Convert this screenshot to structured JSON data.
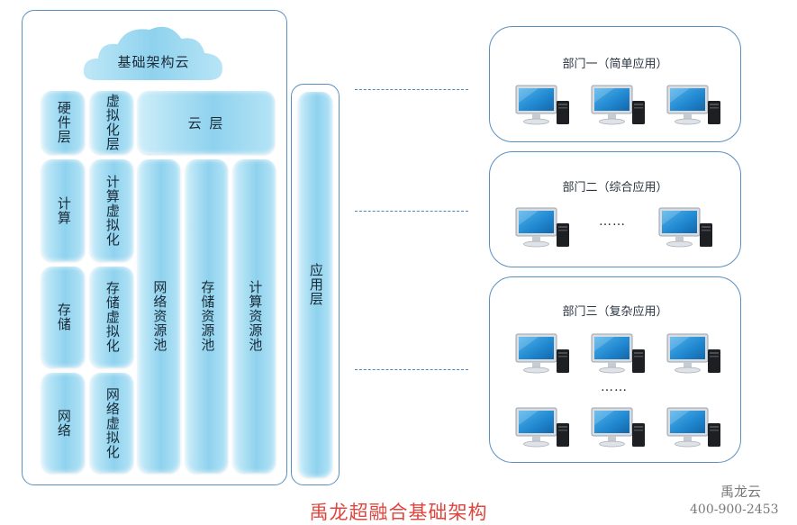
{
  "left_panel": {
    "cloud_label": "基础架构云",
    "hardware_layer": "硬件层",
    "virtualization_layer": "虚拟化层",
    "cloud_layer": "云 层",
    "hardware_items": [
      "计算",
      "存储",
      "网络"
    ],
    "virtualization_items": [
      "计算虚拟化",
      "存储虚拟化",
      "网络虚拟化"
    ],
    "resource_pools": [
      "网络资源池",
      "存储资源池",
      "计算资源池"
    ]
  },
  "app_layer": "应用层",
  "departments": [
    {
      "title": "部门一（简单应用）"
    },
    {
      "title": "部门二（综合应用）",
      "ellipsis": "……"
    },
    {
      "title": "部门三（复杂应用）",
      "ellipsis": "……"
    }
  ],
  "caption": "禹龙超融合基础架构",
  "watermark": {
    "brand": "禹龙云",
    "phone": "400-900-2453"
  },
  "colors": {
    "frame": "#5b8fc0",
    "pill": "#9fd9f1",
    "caption": "#e0453e"
  }
}
